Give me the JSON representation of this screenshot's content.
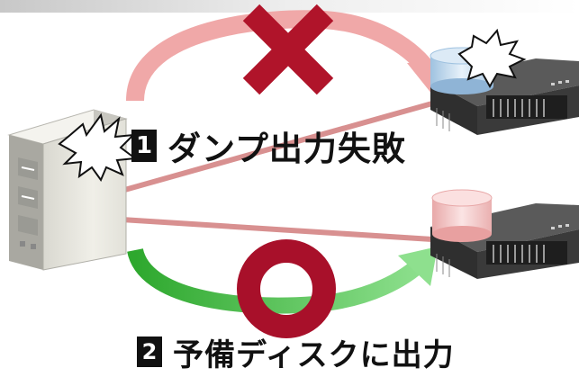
{
  "labels": {
    "step1_number": "1",
    "step1_text": "ダンプ出力失敗",
    "step2_number": "2",
    "step2_text": "予備ディスクに出力"
  },
  "colors": {
    "fail_arc": "#f0a8a8",
    "success_arc": "#44c044",
    "cross_mark": "#b0142a",
    "circle_mark": "#a8102a",
    "cable": "#d89090",
    "failed_disk": "#c8dff0",
    "spare_disk": "#f4c4c4"
  },
  "icons": [
    "server-tower-icon",
    "storage-array-icon",
    "explosion-burst-icon",
    "cross-mark-icon",
    "circle-mark-icon"
  ]
}
